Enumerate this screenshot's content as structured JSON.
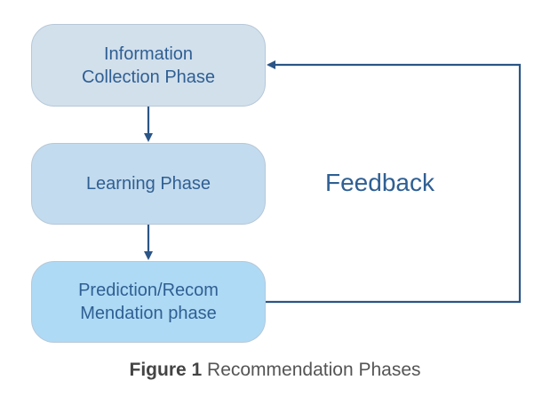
{
  "phases": [
    {
      "line1": "Information",
      "line2": "Collection Phase"
    },
    {
      "line1": "Learning Phase",
      "line2": ""
    },
    {
      "line1": "Prediction/Recom",
      "line2": "Mendation phase"
    }
  ],
  "feedback_label": "Feedback",
  "caption": {
    "label": "Figure 1",
    "text": "Recommendation Phases"
  },
  "colors": {
    "phase1_fill": "#d2e0ec",
    "phase2_fill": "#c3dbee",
    "phase3_fill": "#aedaf5",
    "text": "#2f5f93",
    "arrow": "#2b5587"
  }
}
